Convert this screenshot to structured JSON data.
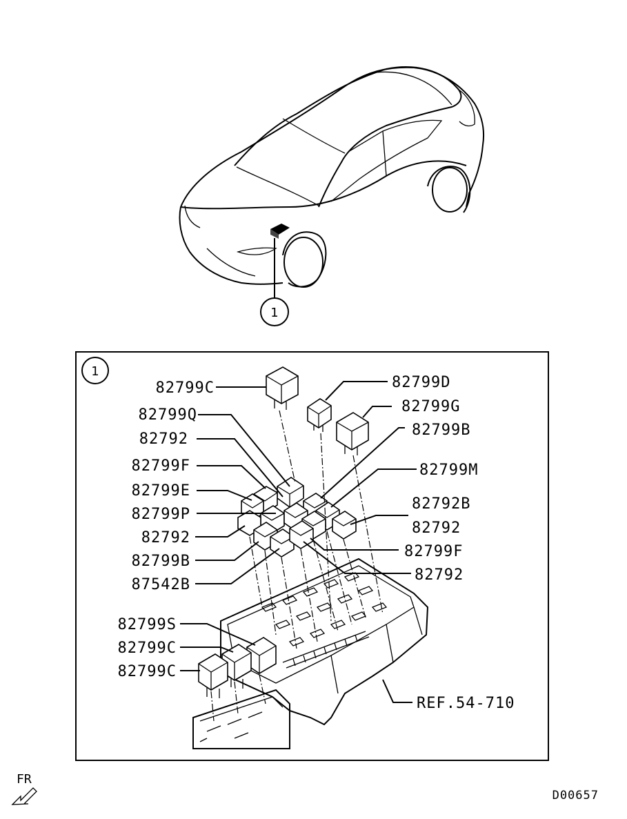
{
  "callout": {
    "number": "1"
  },
  "detail": {
    "callout_number": "1",
    "labels": [
      {
        "key": "l1",
        "text": "82799C"
      },
      {
        "key": "l2",
        "text": "82799D"
      },
      {
        "key": "l3",
        "text": "82799G"
      },
      {
        "key": "l4",
        "text": "82799Q"
      },
      {
        "key": "l5",
        "text": "82799B"
      },
      {
        "key": "l6",
        "text": "82792"
      },
      {
        "key": "l7",
        "text": "82799F"
      },
      {
        "key": "l8",
        "text": "82799M"
      },
      {
        "key": "l9",
        "text": "82799E"
      },
      {
        "key": "l10",
        "text": "82792B"
      },
      {
        "key": "l11",
        "text": "82799P"
      },
      {
        "key": "l12",
        "text": "82792"
      },
      {
        "key": "l13",
        "text": "82792"
      },
      {
        "key": "l14",
        "text": "82799F"
      },
      {
        "key": "l15",
        "text": "82799B"
      },
      {
        "key": "l16",
        "text": "82792"
      },
      {
        "key": "l17",
        "text": "87542B"
      },
      {
        "key": "l18",
        "text": "82799S"
      },
      {
        "key": "l19",
        "text": "82799C"
      },
      {
        "key": "l20",
        "text": "82799C"
      },
      {
        "key": "l21",
        "text": "REF.54-710"
      }
    ]
  },
  "footer": {
    "direction_label": "FR",
    "diagram_id": "D00657"
  }
}
